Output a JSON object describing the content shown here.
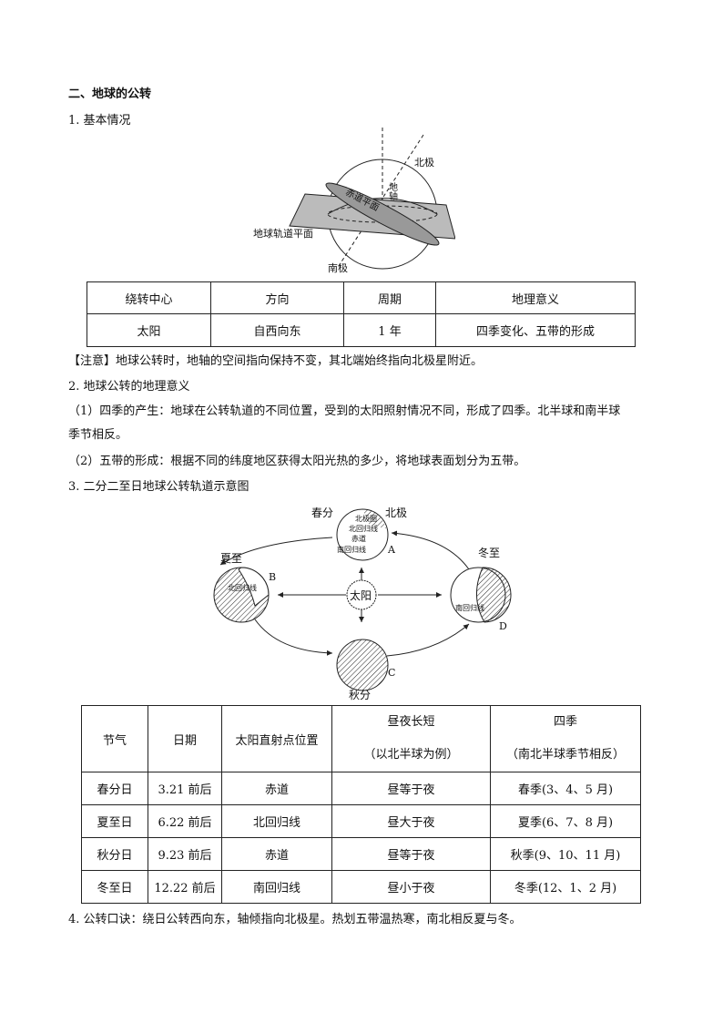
{
  "section_title": "二、地球的公转",
  "s1": "1. 基本情况",
  "fig1": {
    "north": "北极",
    "south": "南极",
    "axis": "地轴",
    "equator": "赤道平面",
    "orbit": "地球轨道平面"
  },
  "table1": {
    "headers": [
      "绕转中心",
      "方向",
      "周期",
      "地理意义"
    ],
    "row": [
      "太阳",
      "自西向东",
      "1 年",
      "四季变化、五带的形成"
    ]
  },
  "note": "【注意】地球公转时，地轴的空间指向保持不变，其北端始终指向北极星附近。",
  "s2": "2. 地球公转的地理意义",
  "p1a": "（1）四季的产生：地球在公转轨道的不同位置，受到的太阳照射情况不同，形成了四季。北半球和南半球",
  "p1b": "季节相反。",
  "p2": "（2）五带的形成：根据不同的纬度地区获得太阳光热的多少，将地球表面划分为五带。",
  "s3": "3. 二分二至日地球公转轨道示意图",
  "fig2": {
    "spring": "春分",
    "north": "北极",
    "summer": "夏至",
    "winter": "冬至",
    "autumn": "秋分",
    "sun": "太阳",
    "A": "A",
    "B": "B",
    "C": "C",
    "D": "D",
    "arctic": "北极圈",
    "tropic_n": "北回归线",
    "equator": "赤道",
    "tropic_s": "南回归线"
  },
  "table2": {
    "headers": [
      "节气",
      "日期",
      "太阳直射点位置",
      "昼夜长短",
      "四季"
    ],
    "header_sub": [
      "（以北半球为例）",
      "（南北半球季节相反）"
    ],
    "rows": [
      [
        "春分日",
        "3.21 前后",
        "赤道",
        "昼等于夜",
        "春季(3、4、5 月)"
      ],
      [
        "夏至日",
        "6.22 前后",
        "北回归线",
        "昼大于夜",
        "夏季(6、7、8 月)"
      ],
      [
        "秋分日",
        "9.23 前后",
        "赤道",
        "昼等于夜",
        "秋季(9、10、11 月)"
      ],
      [
        "冬至日",
        "12.22 前后",
        "南回归线",
        "昼小于夜",
        "冬季(12、1、2 月)"
      ]
    ]
  },
  "s4": "4. 公转口诀：绕日公转西向东，轴倾指向北极星。热划五带温热寒，南北相反夏与冬。"
}
